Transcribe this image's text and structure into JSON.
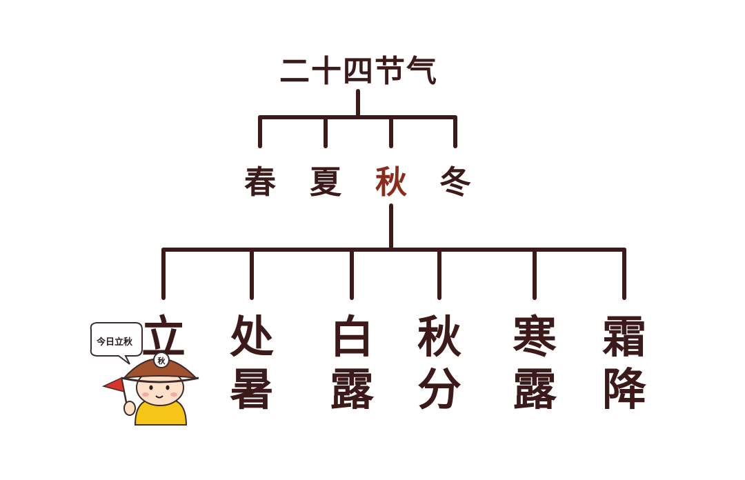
{
  "diagram": {
    "root": "二十四节气",
    "seasons": [
      {
        "label": "春",
        "highlighted": false
      },
      {
        "label": "夏",
        "highlighted": false
      },
      {
        "label": "秋",
        "highlighted": true
      },
      {
        "label": "冬",
        "highlighted": false
      }
    ],
    "terms": [
      {
        "line1": "立",
        "line2": ""
      },
      {
        "line1": "处",
        "line2": "暑"
      },
      {
        "line1": "白",
        "line2": "露"
      },
      {
        "line1": "秋",
        "line2": "分"
      },
      {
        "line1": "寒",
        "line2": "露"
      },
      {
        "line1": "霜",
        "line2": "降"
      }
    ]
  },
  "mascot": {
    "speech_bubble": "今日立秋",
    "hat_label": "秋"
  },
  "colors": {
    "text": "#3d1a1a",
    "highlight": "#8b2c1a",
    "line": "#3d1a1a",
    "hat": "#a0522d",
    "shirt": "#f5c518",
    "flag": "#d9342b"
  }
}
